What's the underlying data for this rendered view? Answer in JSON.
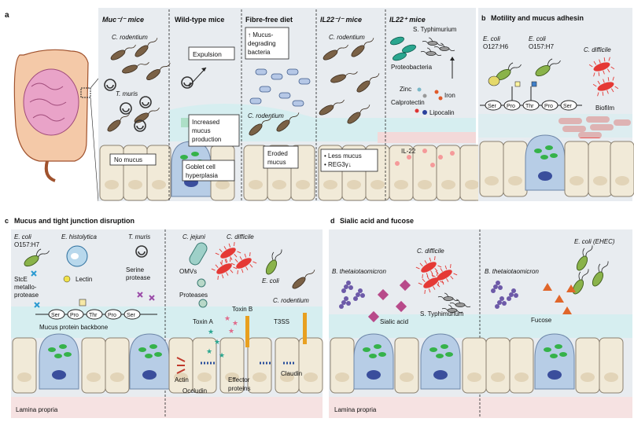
{
  "panel_a": {
    "letter": "a",
    "col_headers": [
      "Muc⁻/⁻ mice",
      "Wild-type mice",
      "Fibre-free diet",
      "IL22⁻/⁻ mice",
      "IL22⁺ mice"
    ],
    "c_rodentium": "C. rodentium",
    "t_muris": "T. muris",
    "expulsion": "Expulsion",
    "mucus_degrading": [
      "↑ Mucus-",
      "degrading",
      "bacteria"
    ],
    "c_rodentium_2": "C. rodentium",
    "c_rodentium_3": "C. rodentium",
    "s_typhimurium": "S. Typhimurium",
    "proteobacteria": "Proteobacteria",
    "zinc": "Zinc",
    "iron": "Iron",
    "calprotectin": "Calprotectin",
    "lipocalin": "Lipocalin",
    "no_mucus": "No mucus",
    "increased_mucus": [
      "Increased",
      "mucus",
      "production"
    ],
    "goblet_hyperplasia": [
      "Goblet cell",
      "hyperplasia"
    ],
    "eroded_mucus": [
      "Eroded",
      "mucus"
    ],
    "less_mucus": [
      "• Less mucus",
      "• REG3γ↓"
    ],
    "il22": "IL-22"
  },
  "panel_b": {
    "letter": "b",
    "title": "Motility and mucus adhesin",
    "ecoli_1": [
      "E. coli",
      "O127:H6"
    ],
    "ecoli_2": [
      "E. coli",
      "O157:H7"
    ],
    "c_difficile": "C. difficile",
    "biofilm": "Biofilm",
    "backbone": [
      "Ser",
      "Pro",
      "Thr",
      "Pro",
      "Ser"
    ]
  },
  "panel_c": {
    "letter": "c",
    "title": "Mucus and tight junction disruption",
    "ecoli": [
      "E. coli",
      "O157:H7"
    ],
    "e_histolytica": "E. histolytica",
    "t_muris": "T. muris",
    "lectin": "Lectin",
    "stce": [
      "StcE",
      "metallo-",
      "protease"
    ],
    "serine_protease": [
      "Serine",
      "protease"
    ],
    "backbone": [
      "Ser",
      "Pro",
      "Thr",
      "Pro",
      "Ser"
    ],
    "backbone_label": "Mucus protein backbone",
    "c_jejuni": "C. jejuni",
    "c_difficile": "C. difficile",
    "omvs": "OMVs",
    "proteases": "Proteases",
    "e_coli": "E. coli",
    "c_rodentium": "C. rodentium",
    "toxin_a": "Toxin A",
    "toxin_b": "Toxin B",
    "t3ss": "T3SS",
    "actin": "Actin",
    "occludin": "Occludin",
    "effector": [
      "Effector",
      "proteins"
    ],
    "claudin": "Claudin",
    "lamina": "Lamina propria"
  },
  "panel_d": {
    "letter": "d",
    "title": "Sialic acid and fucose",
    "b_theta_1": "B. thetaiotaomicron",
    "c_difficile": "C. difficile",
    "sialic_acid": "Sialic acid",
    "s_typhimurium": "S. Typhimurium",
    "b_theta_2": "B. thetaiotaomicron",
    "e_coli_ehec": "E. coli (EHEC)",
    "fucose": "Fucose",
    "lamina": "Lamina propria"
  },
  "colors": {
    "panel_bg": "#e8ecf0",
    "mucus": "#d6eef0",
    "epithelium": "#f1ead8",
    "goblet": "#b7cde6",
    "granule": "#35b24a",
    "lamina": "#f6e2e2",
    "c_difficile": "#e53935",
    "c_rodentium": "#7a6146",
    "e_coli": "#8ab34a"
  }
}
